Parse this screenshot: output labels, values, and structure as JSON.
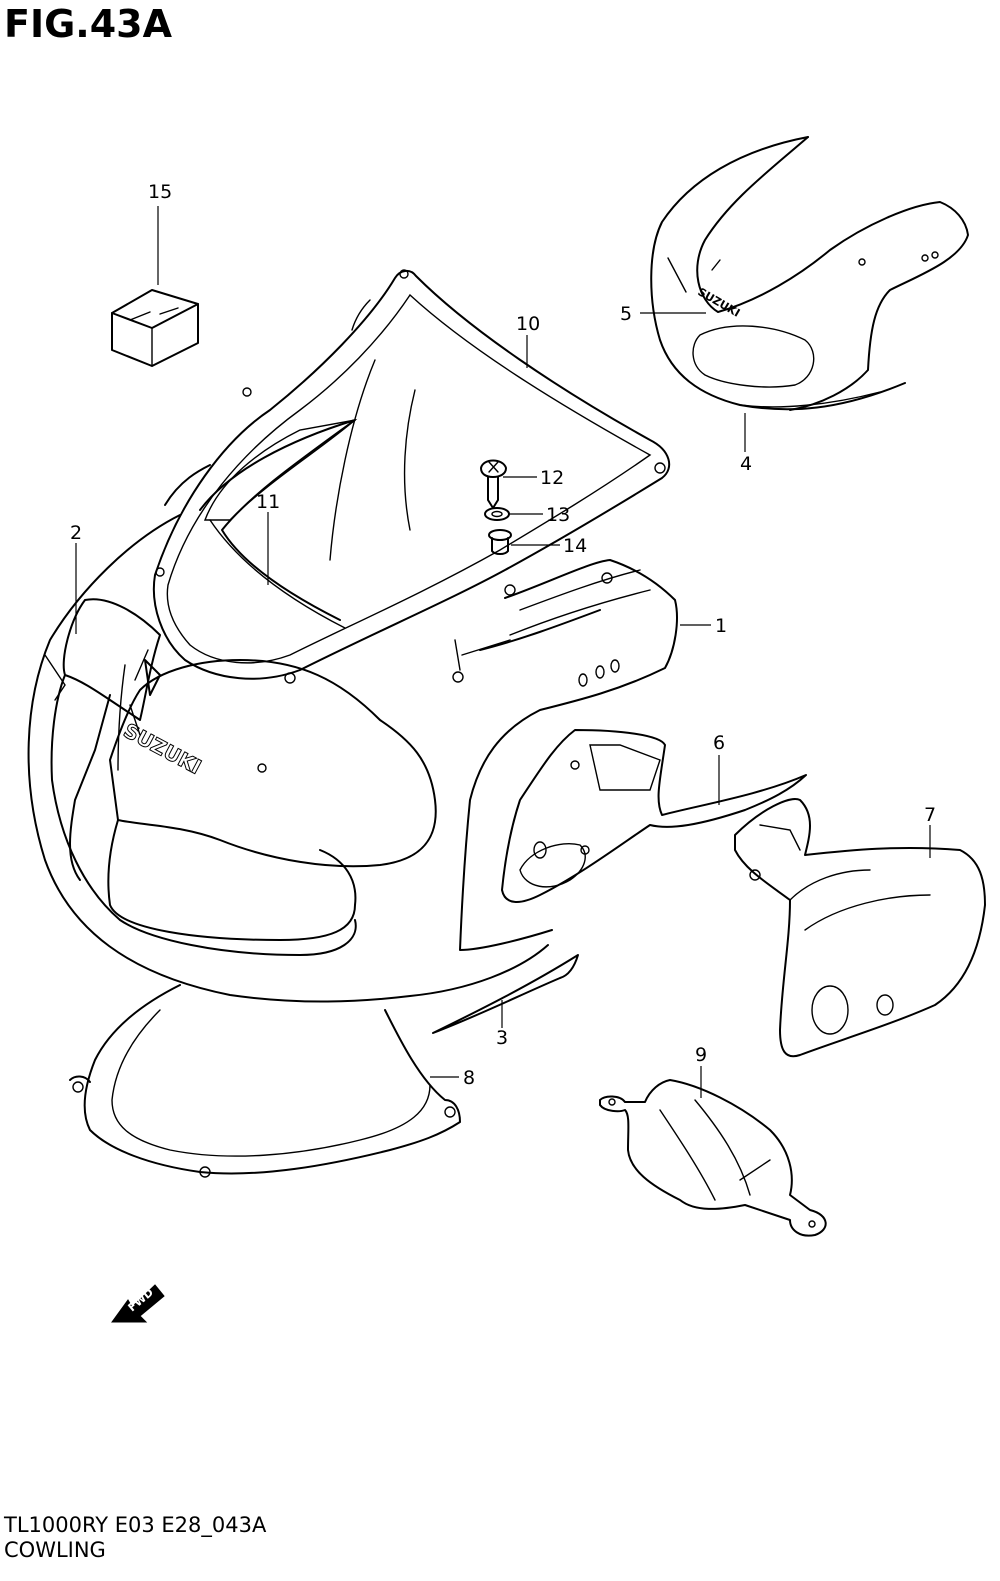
{
  "figure": {
    "title": "FIG.43A",
    "footer_code": "TL1000RY E03 E28_043A",
    "footer_name": "COWLING"
  },
  "brand_marks": {
    "main_cowl": "SUZUKI",
    "upper_cowl": "SUZUKI"
  },
  "direction_arrow": {
    "label": "FWD",
    "icon": "arrow-icon"
  },
  "callouts": [
    {
      "id": "c1",
      "label": "1"
    },
    {
      "id": "c2",
      "label": "2"
    },
    {
      "id": "c3",
      "label": "3"
    },
    {
      "id": "c4",
      "label": "4"
    },
    {
      "id": "c5",
      "label": "5"
    },
    {
      "id": "c6",
      "label": "6"
    },
    {
      "id": "c7",
      "label": "7"
    },
    {
      "id": "c8",
      "label": "8"
    },
    {
      "id": "c9",
      "label": "9"
    },
    {
      "id": "c10",
      "label": "10"
    },
    {
      "id": "c11",
      "label": "11"
    },
    {
      "id": "c12",
      "label": "12"
    },
    {
      "id": "c13",
      "label": "13"
    },
    {
      "id": "c14",
      "label": "14"
    },
    {
      "id": "c15",
      "label": "15"
    }
  ]
}
